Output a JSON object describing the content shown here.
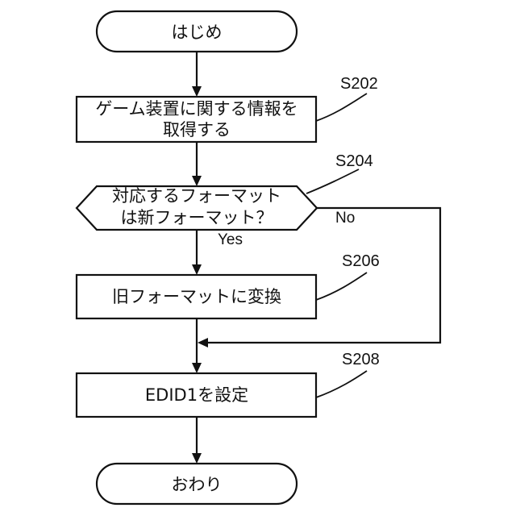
{
  "nodes": {
    "start": {
      "label": "はじめ"
    },
    "s202": {
      "line1": "ゲーム装置に関する情報を",
      "line2": "取得する",
      "step": "S202"
    },
    "s204": {
      "line1": "対応するフォーマット",
      "line2": "は新フォーマット？",
      "step": "S204"
    },
    "s206": {
      "label": "旧フォーマットに変換",
      "step": "S206"
    },
    "s208": {
      "label": "EDID1を設定",
      "step": "S208"
    },
    "end": {
      "label": "おわり"
    }
  },
  "edges": {
    "yes": "Yes",
    "no": "No"
  }
}
